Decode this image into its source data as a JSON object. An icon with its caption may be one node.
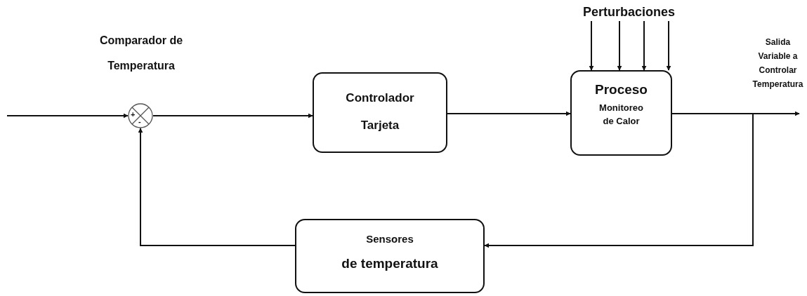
{
  "diagram": {
    "nodes": [
      {
        "text": [
          "Comparador de Temperatura",
          "+",
          "-"
        ]
      },
      {
        "text": [
          "Controlador",
          "Tarjeta"
        ]
      },
      {
        "text": [
          "Proceso",
          "Monitoreo de Calor"
        ]
      },
      {
        "text": [
          "Sensores",
          "de temperatura"
        ]
      },
      {
        "text": [
          "Perturbaciones"
        ]
      }
    ],
    "edges": [
      {
        "from": null,
        "to": 0,
        "arrow": "to"
      },
      {
        "from": 0,
        "to": 1,
        "arrow": "to"
      },
      {
        "from": 1,
        "to": 2,
        "arrow": "to"
      },
      {
        "from": 4,
        "to": 2,
        "arrow": "to"
      },
      {
        "from": 4,
        "to": 2,
        "arrow": "to"
      },
      {
        "from": 4,
        "to": 2,
        "arrow": "to"
      },
      {
        "from": 4,
        "to": 2,
        "arrow": "to"
      },
      {
        "from": 2,
        "to": null,
        "arrow": "to",
        "label": "Salida Variable a Controlar Temperatura"
      },
      {
        "from": 2,
        "to": 3,
        "arrow": "to"
      },
      {
        "from": 3,
        "to": 0,
        "arrow": "to"
      }
    ]
  }
}
